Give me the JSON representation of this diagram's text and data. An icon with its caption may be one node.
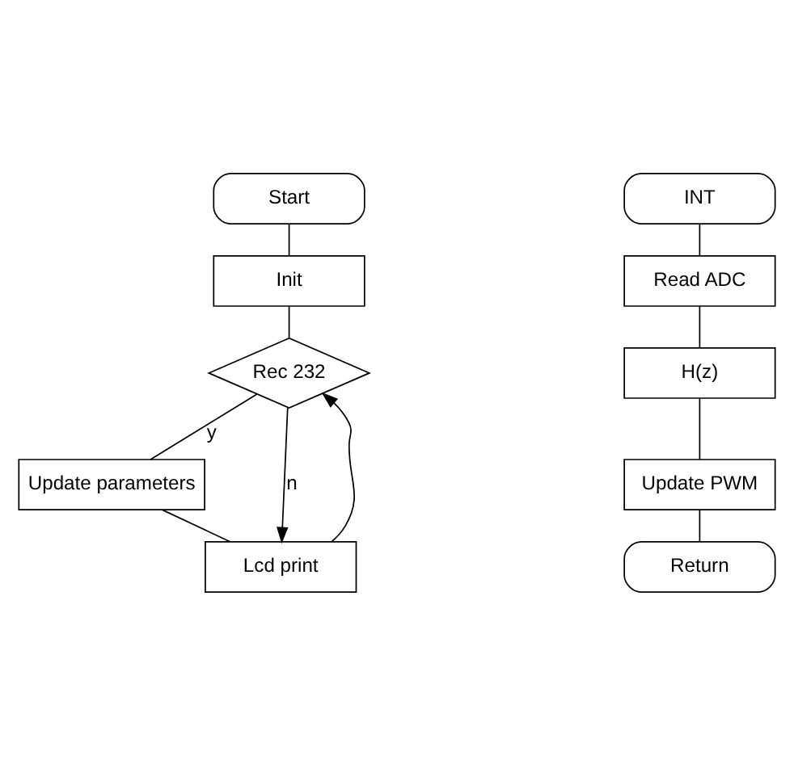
{
  "diagram": {
    "nodes": [
      {
        "text": [
          "Start"
        ]
      },
      {
        "text": [
          "Init"
        ]
      },
      {
        "text": [
          "Rec 232"
        ]
      },
      {
        "text": [
          "Update parameters"
        ]
      },
      {
        "text": [
          "Lcd print"
        ]
      },
      {
        "text": [
          "INT"
        ]
      },
      {
        "text": [
          "Read ADC"
        ]
      },
      {
        "text": [
          "H(z)"
        ]
      },
      {
        "text": [
          "Update PWM"
        ]
      },
      {
        "text": [
          "Return"
        ]
      }
    ],
    "edges": [
      {
        "from": 0,
        "to": 1,
        "arrow": "none"
      },
      {
        "from": 1,
        "to": 2,
        "arrow": "none"
      },
      {
        "from": 2,
        "to": 3,
        "label": "y",
        "arrow": "none"
      },
      {
        "from": 2,
        "to": 4,
        "label": "n",
        "arrow": "to"
      },
      {
        "from": 3,
        "to": 4,
        "arrow": "none"
      },
      {
        "from": 4,
        "to": 2,
        "arrow": "to"
      },
      {
        "from": 5,
        "to": 6,
        "arrow": "none"
      },
      {
        "from": 6,
        "to": 7,
        "arrow": "none"
      },
      {
        "from": 7,
        "to": 8,
        "arrow": "none"
      },
      {
        "from": 8,
        "to": 9,
        "arrow": "none"
      }
    ]
  }
}
